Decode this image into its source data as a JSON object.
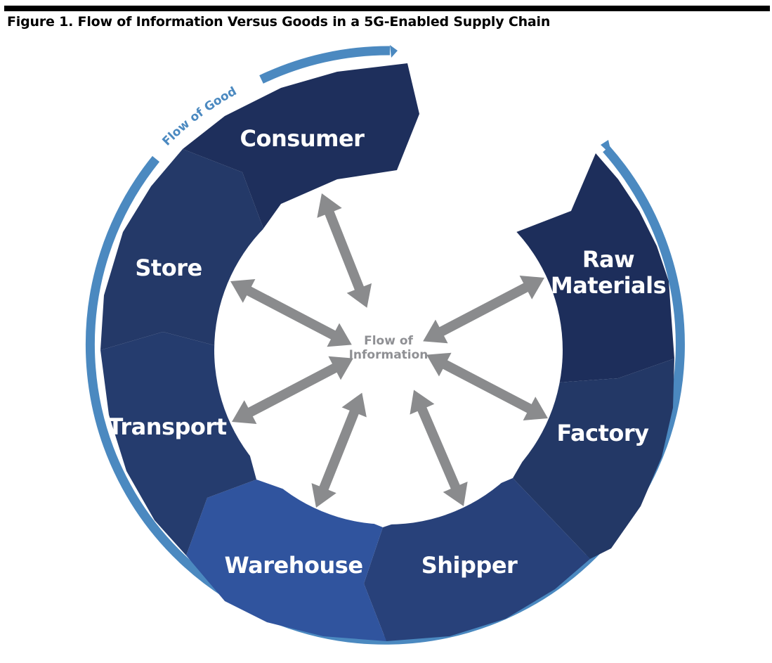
{
  "title": "Figure 1. Flow of Information Versus Goods in a 5G-Enabled Supply Chain",
  "flow_of_goods_label": "Flow of Goods",
  "flow_of_information": {
    "line1": "Flow of",
    "line2": "Information"
  },
  "segments": {
    "consumer": "Consumer",
    "raw_materials_line1": "Raw",
    "raw_materials_line2": "Materials",
    "factory": "Factory",
    "shipper": "Shipper",
    "warehouse": "Warehouse",
    "transport": "Transport",
    "store": "Store"
  },
  "colors": {
    "dark_navy": "#1d2e5b",
    "navy": "#243a6a",
    "warehouse_blue": "#30549e",
    "ring_blue": "#4b89c0",
    "arrow_gray": "#8a8b8d",
    "center_text_gray": "#8f9094"
  }
}
